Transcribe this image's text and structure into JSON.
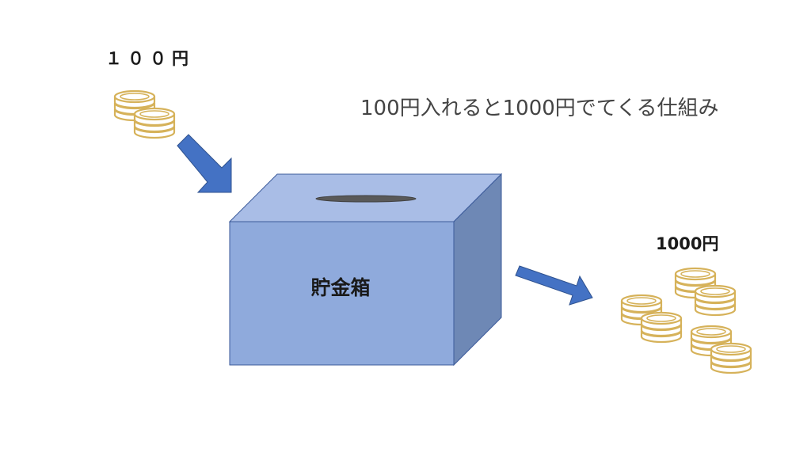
{
  "input_amount_label": "１００円",
  "output_amount_label": "1000円",
  "caption": "100円入れると1000円でてくる仕組み",
  "box_label": "貯金箱",
  "colors": {
    "box_front": "#8faadc",
    "box_top": "#a9bde6",
    "box_side": "#6e88b5",
    "box_edge": "#3b5a9a",
    "slot": "#595959",
    "arrow": "#4472c4",
    "coin_fill": "#ffffff",
    "coin_stroke": "#d6b25a"
  },
  "icons": {
    "input_coins": "coin-stack-icon",
    "output_coins": "coin-stack-icon",
    "input_arrow": "arrow-down-right-icon",
    "output_arrow": "arrow-right-icon"
  }
}
